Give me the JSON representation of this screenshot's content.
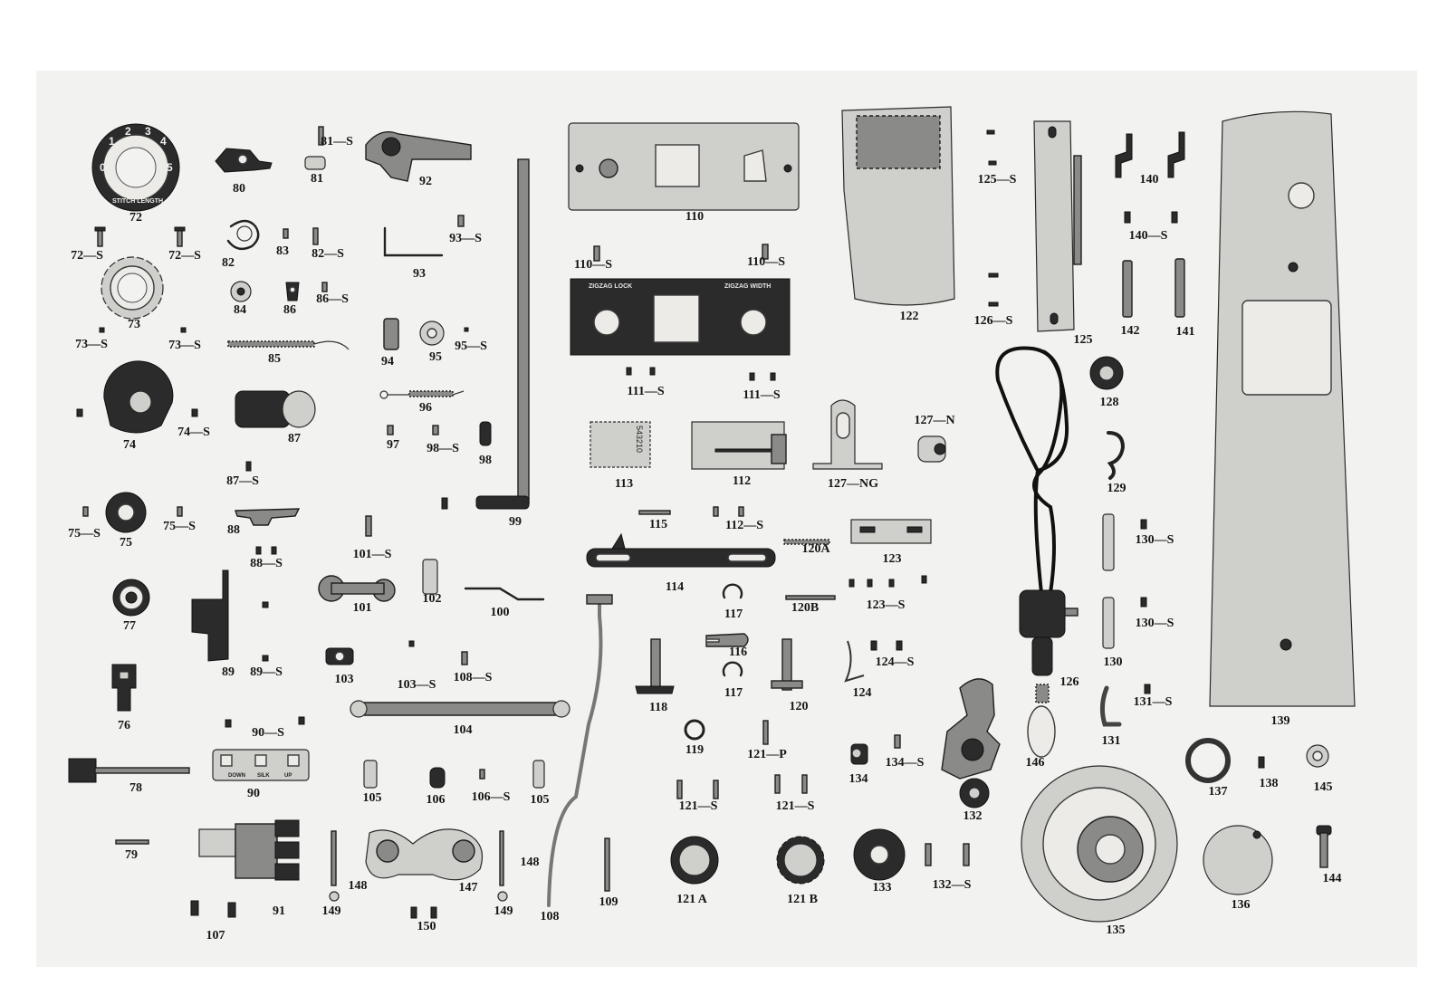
{
  "plate_text": {
    "dial_numbers": [
      "0",
      "1",
      "2",
      "3",
      "4",
      "5"
    ],
    "dial_caption": "STITCH LENGTH",
    "zigzag_lock": "ZIGZAG LOCK",
    "zigzag_width": "ZIGZAG WIDTH",
    "silk_plate": [
      "DOWN",
      "SILK",
      "UP"
    ],
    "scale_digits": "543210"
  },
  "labels": [
    "72",
    "72—S",
    "72—S",
    "73",
    "73—S",
    "73—S",
    "74",
    "74—S",
    "75",
    "75—S",
    "75—S",
    "76",
    "77",
    "78",
    "79",
    "80",
    "81",
    "81—S",
    "82",
    "82—S",
    "83",
    "84",
    "85",
    "86",
    "86—S",
    "87",
    "87—S",
    "88",
    "88—S",
    "89",
    "89—S",
    "90",
    "90—S",
    "91",
    "92",
    "93",
    "93—S",
    "94",
    "95",
    "95—S",
    "96",
    "97",
    "98",
    "98—S",
    "99",
    "100",
    "101",
    "101—S",
    "102",
    "103",
    "103—S",
    "104",
    "105",
    "105",
    "106",
    "106—S",
    "107",
    "108",
    "108—S",
    "109",
    "110",
    "110—S",
    "110—S",
    "111—S",
    "111—S",
    "112",
    "112—S",
    "113",
    "114",
    "115",
    "116",
    "117",
    "117",
    "118",
    "119",
    "120",
    "120A",
    "120B",
    "121 A",
    "121 B",
    "121—P",
    "121—S",
    "121—S",
    "122",
    "123",
    "123—S",
    "124",
    "124—S",
    "125",
    "125—S",
    "126",
    "126—S",
    "127—N",
    "127—NG",
    "128",
    "129",
    "130",
    "130—S",
    "130—S",
    "131",
    "131—S",
    "132",
    "132—S",
    "133",
    "134",
    "134—S",
    "135",
    "136",
    "137",
    "138",
    "139",
    "140",
    "140—S",
    "141",
    "142",
    "144",
    "145",
    "146",
    "147",
    "148",
    "148",
    "149",
    "149",
    "150"
  ]
}
